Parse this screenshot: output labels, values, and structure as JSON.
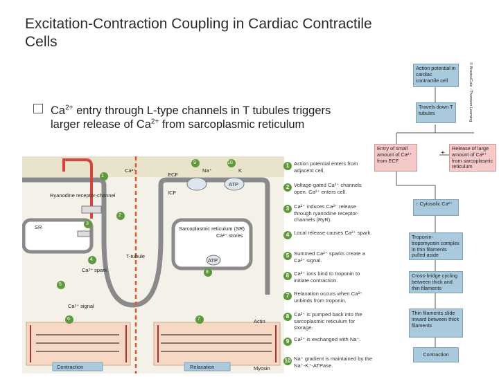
{
  "title": "Excitation-Contraction Coupling in Cardiac Contractile Cells",
  "bullet": {
    "icon": "checkbox-bullet-icon",
    "part1": "Ca",
    "sup1": "2+",
    "part2": " entry through L-type channels in T tubules triggers larger release of Ca",
    "sup2": "2+",
    "part3": " from sarcoplasmic reticulum"
  },
  "diagram": {
    "labels": {
      "ryanodine": "Ryanodine receptor-channel",
      "ecf": "ECF",
      "icf": "ICF",
      "sr": "SR",
      "ttubule": "T-tubule",
      "sr_full": "Sarcoplasmic reticulum (SR)",
      "stores": "Ca²⁺ stores",
      "spark": "Ca²⁺ spark",
      "signal": "Ca²⁺ signal",
      "actin": "Actin",
      "myosin": "Myosin",
      "contraction": "Contraction",
      "relaxation": "Relaxation",
      "ca": "Ca²⁺",
      "na": "Na⁺",
      "k": "K",
      "atp": "ATP",
      "atp2": "ATP"
    },
    "markers": [
      "1",
      "2",
      "3",
      "4",
      "5",
      "6",
      "7",
      "8",
      "9",
      "10"
    ]
  },
  "steps": [
    {
      "n": "1",
      "text": "Action potential enters from adjacent cell."
    },
    {
      "n": "2",
      "text": "Voltage-gated Ca²⁺ channels open. Ca²⁺ enters cell."
    },
    {
      "n": "3",
      "text": "Ca²⁺ induces Ca²⁺ release through ryanodine receptor-channels (RyR)."
    },
    {
      "n": "4",
      "text": "Local release causes Ca²⁺ spark."
    },
    {
      "n": "5",
      "text": "Summed Ca²⁺ sparks create a Ca²⁺ signal."
    },
    {
      "n": "6",
      "text": "Ca²⁺ ions bind to troponin to initiate contraction."
    },
    {
      "n": "7",
      "text": "Relaxation occurs when Ca²⁺ unbinds from troponin."
    },
    {
      "n": "8",
      "text": "Ca²⁺ is pumped back into the sarcoplasmic reticulum for storage."
    },
    {
      "n": "9",
      "text": "Ca²⁺ is exchanged with Na⁺."
    },
    {
      "n": "10",
      "text": "Na⁺ gradient is maintained by the Na⁺-K⁺-ATPase."
    }
  ],
  "flow": {
    "copyright": "© Brooks/Cole - Thomson Learning",
    "ap": "Action potential in cardiac contractile cell",
    "travels": "Travels down T tubules",
    "entry": "Entry of small amount of Ca²⁺ from ECF",
    "release": "Release of large amount of Ca²⁺ from sarcoplasmic reticulum",
    "plus": "+",
    "cytosolic": "↑ Cytosolic Ca²⁺",
    "troponin": "Troponin-tropomyosin complex in thin filaments pulled aside",
    "crossbridge": "Cross-bridge cycling between thick and thin filaments",
    "slide": "Thin filaments slide inward between thick filaments",
    "contraction": "Contraction"
  }
}
